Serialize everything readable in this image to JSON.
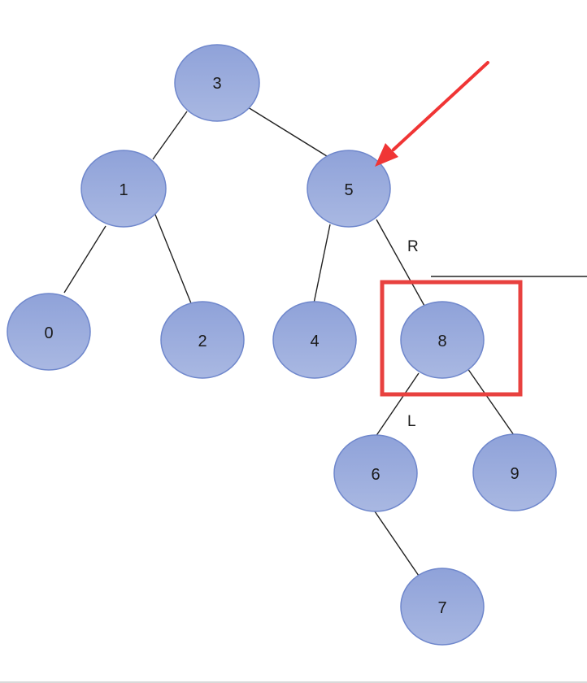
{
  "diagram": {
    "nodes": [
      {
        "id": "n3",
        "label": "3"
      },
      {
        "id": "n1",
        "label": "1"
      },
      {
        "id": "n5",
        "label": "5"
      },
      {
        "id": "n0",
        "label": "0"
      },
      {
        "id": "n2",
        "label": "2"
      },
      {
        "id": "n4",
        "label": "4"
      },
      {
        "id": "n8",
        "label": "8"
      },
      {
        "id": "n6",
        "label": "6"
      },
      {
        "id": "n9",
        "label": "9"
      },
      {
        "id": "n7",
        "label": "7"
      }
    ],
    "edges": [
      {
        "from": "n3",
        "to": "n1"
      },
      {
        "from": "n3",
        "to": "n5"
      },
      {
        "from": "n1",
        "to": "n0"
      },
      {
        "from": "n1",
        "to": "n2"
      },
      {
        "from": "n5",
        "to": "n4"
      },
      {
        "from": "n5",
        "to": "n8"
      },
      {
        "from": "n8",
        "to": "n6"
      },
      {
        "from": "n8",
        "to": "n9"
      },
      {
        "from": "n6",
        "to": "n7"
      }
    ],
    "edge_labels": {
      "right": "R",
      "left": "L"
    },
    "highlight": {
      "node": "n8",
      "color": "#e8413f"
    },
    "pointer": {
      "target": "n5",
      "color": "#f03535"
    },
    "colors": {
      "node_fill_top": "#8fa2d9",
      "node_fill_bottom": "#a9b8e2",
      "node_stroke": "#6f87cc",
      "edge": "#222222"
    }
  }
}
